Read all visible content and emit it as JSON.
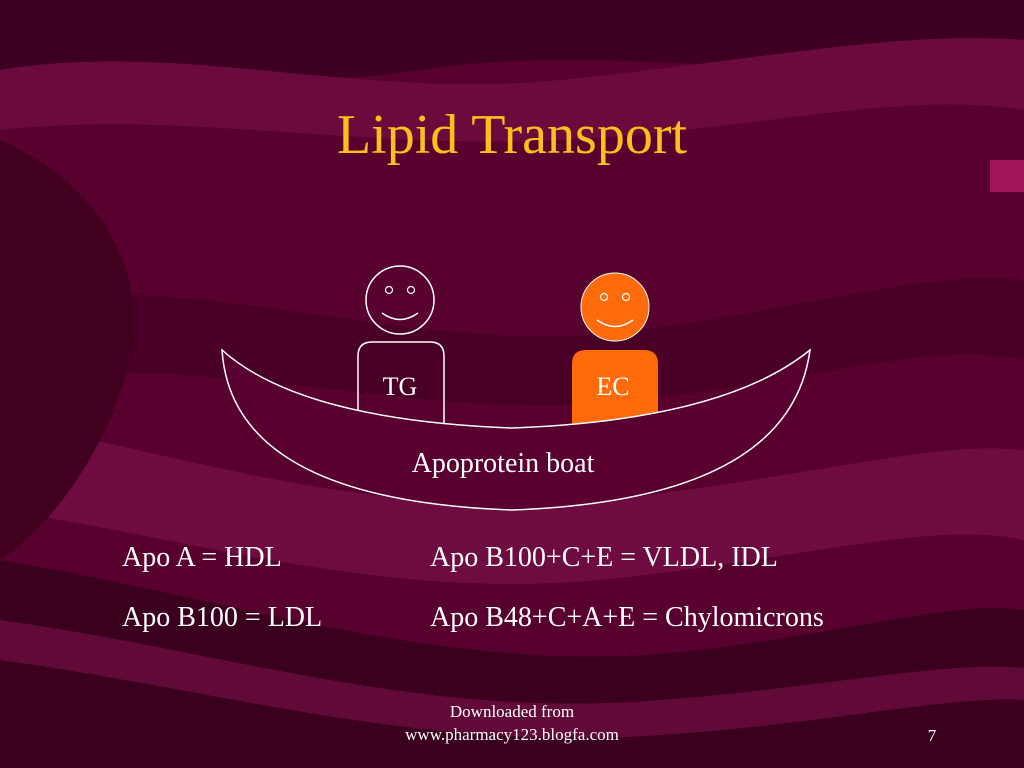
{
  "slide": {
    "title": "Lipid Transport",
    "diagram": {
      "person_left_label": "TG",
      "person_right_label": "EC",
      "boat_label": "Apoprotein boat"
    },
    "associations": [
      "Apo A = HDL",
      "Apo B100+C+E = VLDL, IDL",
      "Apo B100 = LDL",
      "Apo B48+C+A+E = Chylomicrons"
    ],
    "footer": {
      "line1": "Downloaded from",
      "line2": "www.pharmacy123.blogfa.com",
      "page_number": "7"
    }
  },
  "colors": {
    "background": "#5a0030",
    "title": "#ffbf1a",
    "text": "#ffffff",
    "accent_person": "#ff6a0a",
    "outline": "#ffffff"
  }
}
